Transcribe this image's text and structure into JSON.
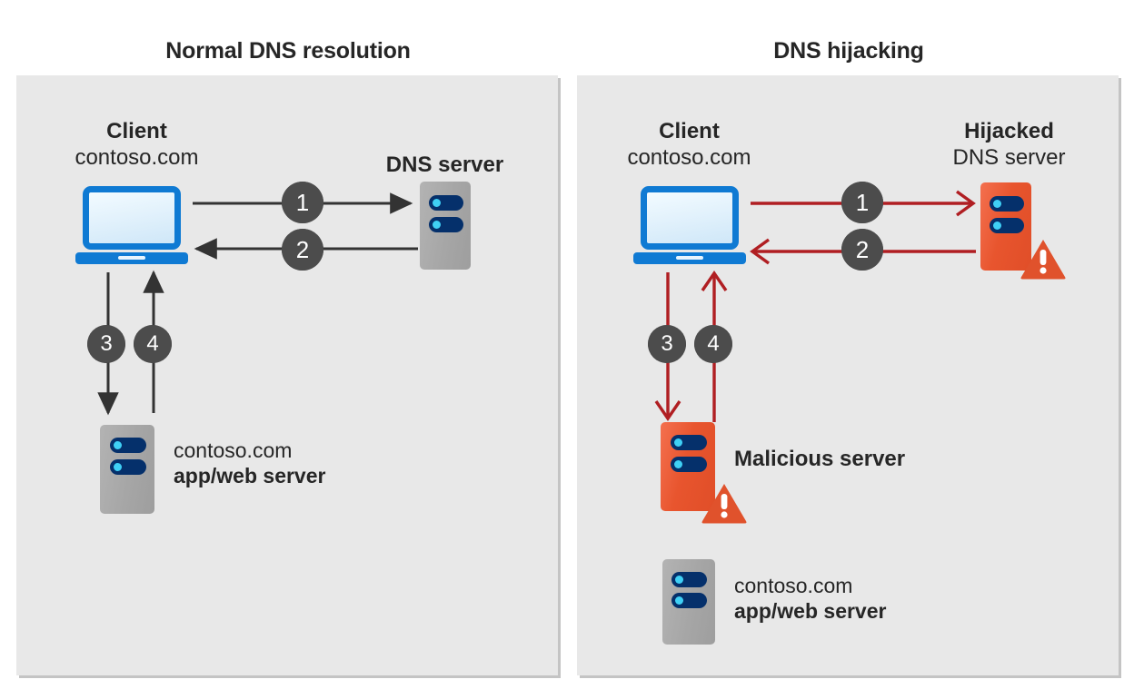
{
  "diagram": {
    "type": "diagram",
    "background_color": "#ffffff",
    "panel_color": "#e8e8e8",
    "accent_blue": "#0f7ad3",
    "accent_navy": "#05306b",
    "accent_cyan": "#3fd0f5",
    "accent_red": "#e8552e",
    "arrow_red": "#b01e22",
    "arrow_dark": "#333333",
    "step_badge_color": "#4c4c4c",
    "text_color": "#262626"
  },
  "panels": [
    {
      "id": "normal",
      "title": "Normal DNS resolution",
      "nodes": {
        "client": {
          "title": "Client",
          "subtitle": "contoso.com",
          "icon": "laptop-icon"
        },
        "dns_server": {
          "title": "DNS server",
          "subtitle": "",
          "icon": "server-icon",
          "variant": "gray"
        },
        "app_server": {
          "title": "contoso.com",
          "subtitle": "app/web server",
          "icon": "server-icon",
          "variant": "gray"
        }
      },
      "steps": [
        {
          "n": "1",
          "from": "client",
          "to": "dns_server",
          "direction": "right"
        },
        {
          "n": "2",
          "from": "dns_server",
          "to": "client",
          "direction": "left"
        },
        {
          "n": "3",
          "from": "client",
          "to": "app_server",
          "direction": "down"
        },
        {
          "n": "4",
          "from": "app_server",
          "to": "client",
          "direction": "up"
        }
      ]
    },
    {
      "id": "hijacking",
      "title": "DNS hijacking",
      "nodes": {
        "client": {
          "title": "Client",
          "subtitle": "contoso.com",
          "icon": "laptop-icon"
        },
        "hijacked_dns": {
          "title": "Hijacked",
          "subtitle": "DNS server",
          "icon": "server-icon",
          "variant": "red",
          "warning": true
        },
        "malicious_server": {
          "title": "Malicious server",
          "subtitle": "",
          "icon": "server-icon",
          "variant": "red",
          "warning": true
        },
        "app_server": {
          "title": "contoso.com",
          "subtitle": "app/web server",
          "icon": "server-icon",
          "variant": "gray"
        }
      },
      "steps": [
        {
          "n": "1",
          "from": "client",
          "to": "hijacked_dns",
          "direction": "right"
        },
        {
          "n": "2",
          "from": "hijacked_dns",
          "to": "client",
          "direction": "left"
        },
        {
          "n": "3",
          "from": "client",
          "to": "malicious_server",
          "direction": "down"
        },
        {
          "n": "4",
          "from": "malicious_server",
          "to": "client",
          "direction": "up"
        }
      ]
    }
  ]
}
